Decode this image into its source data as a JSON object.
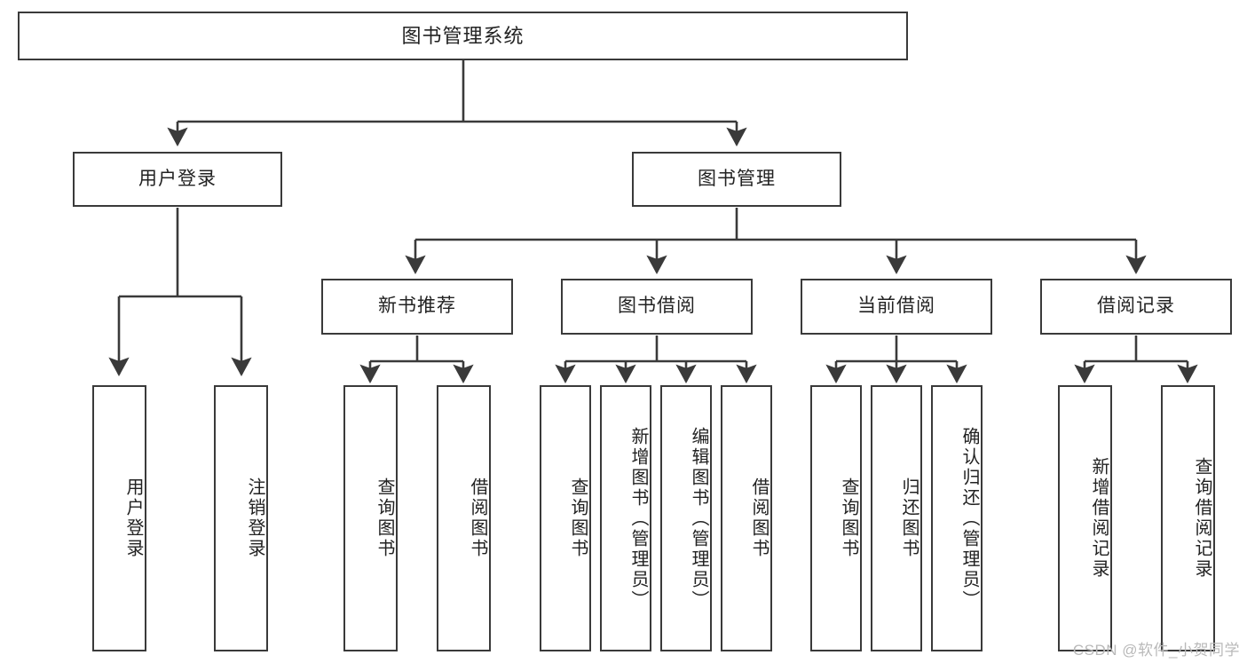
{
  "diagram": {
    "title": "图书管理系统",
    "type": "tree-hierarchy-chart",
    "root": {
      "label": "图书管理系统"
    },
    "level2": [
      {
        "label": "用户登录"
      },
      {
        "label": "图书管理"
      }
    ],
    "level3": [
      {
        "label": "新书推荐"
      },
      {
        "label": "图书借阅"
      },
      {
        "label": "当前借阅"
      },
      {
        "label": "借阅记录"
      }
    ],
    "leaves": {
      "user_login": [
        {
          "label": "用户登录"
        },
        {
          "label": "注销登录"
        }
      ],
      "new_book_recommend": [
        {
          "label": "查询图书"
        },
        {
          "label": "借阅图书"
        }
      ],
      "book_borrow": [
        {
          "label": "查询图书"
        },
        {
          "label": "新增图书（管理员）"
        },
        {
          "label": "编辑图书（管理员）"
        },
        {
          "label": "借阅图书"
        }
      ],
      "current_borrow": [
        {
          "label": "查询图书"
        },
        {
          "label": "归还图书"
        },
        {
          "label": "确认归还（管理员）"
        }
      ],
      "borrow_records": [
        {
          "label": "新增借阅记录"
        },
        {
          "label": "查询借阅记录"
        }
      ]
    }
  },
  "watermark": {
    "text": "CSDN @软件_小贺同学"
  },
  "colors": {
    "box_border": "#3a3a3a",
    "box_fill": "#ffffff",
    "connector": "#3a3a3a",
    "text": "#222222",
    "watermark": "#b9b9b9"
  }
}
